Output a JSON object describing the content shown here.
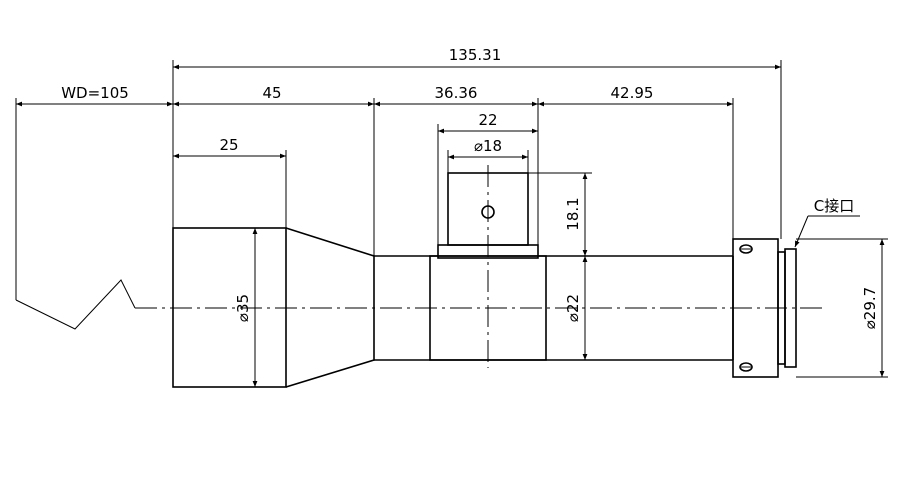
{
  "dimensions": {
    "overall_length": "135.31",
    "working_distance": "WD=105",
    "front_section_length": "45",
    "front_barrel_length": "25",
    "middle_section_length": "36.36",
    "rear_section_length": "42.95",
    "block_width": "22",
    "block_boss_diameter": "⌀18",
    "block_height": "18.1",
    "front_diameter": "⌀35",
    "barrel_diameter": "⌀22",
    "mount_diameter": "⌀29.7"
  },
  "labels": {
    "c_mount": "C接口"
  },
  "colors": {
    "line": "#000000",
    "background": "#ffffff"
  }
}
